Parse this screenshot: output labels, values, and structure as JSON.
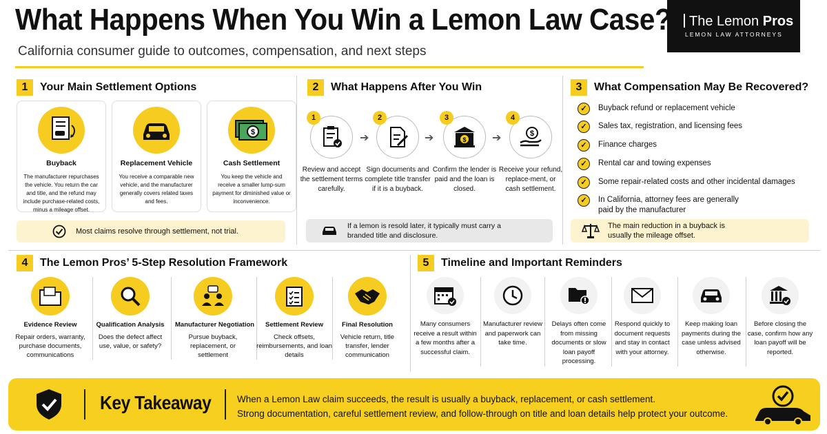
{
  "header": {
    "title": "What Happens When You Win a Lemon Law Case?",
    "subtitle": "California consumer guide to outcomes, compensation, and next steps"
  },
  "logo": {
    "name_light": "The Lemon",
    "name_bold": "Pros",
    "tagline": "LEMON LAW ATTORNEYS"
  },
  "sections": {
    "s1": {
      "number": "1",
      "title": "Your Main Settlement Options",
      "cards": [
        {
          "title": "Buyback",
          "desc": "The manufacturer repurchases the vehicle. You return the car and title, and the refund may include purchase-related costs, minus a mileage offset."
        },
        {
          "title": "Replacement Vehicle",
          "desc": "You receive a comparable new vehicle, and the manufacturer generally covers related taxes and fees."
        },
        {
          "title": "Cash Settlement",
          "desc": "You keep the vehicle and receive a smaller lump-sum payment for diminished value or inconvenience."
        }
      ],
      "note": "Most claims resolve through settlement, not trial."
    },
    "s2": {
      "number": "2",
      "title": "What Happens After You Win",
      "steps": [
        {
          "n": "1",
          "desc": "Review and accept the settlement terms carefully."
        },
        {
          "n": "2",
          "desc": "Sign documents and complete title transfer if it is a buyback."
        },
        {
          "n": "3",
          "desc": "Confirm the lender is paid and the loan is closed."
        },
        {
          "n": "4",
          "desc": "Receive your refund, replace-ment, or cash settlement."
        }
      ],
      "note": "If a lemon is resold later, it typically must carry a branded title and disclosure."
    },
    "s3": {
      "number": "3",
      "title": "What Compensation May Be Recovered?",
      "items": [
        "Buyback refund or replacement vehicle",
        "Sales tax, registration, and licensing fees",
        "Finance charges",
        "Rental car and towing expenses",
        "Some repair-related costs and other incidental damages",
        "In California, attorney fees are generally paid by the manufacturer"
      ],
      "note": "The main reduction in a buyback is usually the mileage offset."
    },
    "s4": {
      "number": "4",
      "title": "The Lemon Pros’ 5-Step Resolution Framework",
      "steps": [
        {
          "title": "Evidence Review",
          "desc": "Repair orders, warranty, purchase documents, communications"
        },
        {
          "title": "Qualification Analysis",
          "desc": "Does the defect affect use, value, or safety?"
        },
        {
          "title": "Manufacturer Negotiation",
          "desc": "Pursue buyback, replacement, or settlement"
        },
        {
          "title": "Settlement Review",
          "desc": "Check offsets, reimbursements, and loan details"
        },
        {
          "title": "Final Resolution",
          "desc": "Vehicle return, title transfer, lender communication"
        }
      ]
    },
    "s5": {
      "number": "5",
      "title": "Timeline and Important Reminders",
      "items": [
        "Many consumers receive a result within a few months after a successful claim.",
        "Manufacturer review and paperwork can take time.",
        "Delays often come from missing documents or slow loan payoff processing.",
        "Respond quickly to document requests and stay in contact with your attorney.",
        "Keep making loan payments during the case unless advised otherwise.",
        "Before closing the case, confirm how any loan payoff will be reported."
      ]
    }
  },
  "takeaway": {
    "title": "Key Takeaway",
    "line1": "When a Lemon Law claim succeeds, the result is usually a buyback, replacement, or cash settlement.",
    "line2": "Strong documentation, careful settlement review, and follow-through on title and loan details help protect your outcome."
  }
}
